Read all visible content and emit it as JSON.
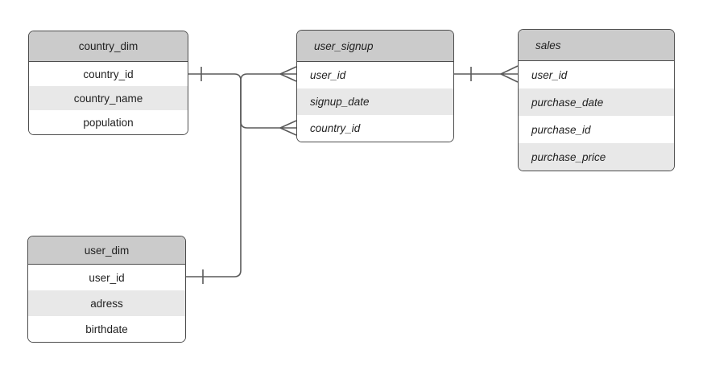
{
  "diagram": {
    "type": "entity-relationship-diagram",
    "background_color": "#ffffff",
    "colors": {
      "entity_header_fill": "#cbcbcb",
      "entity_alt_row_fill": "#e8e8e8",
      "entity_row_fill": "#ffffff",
      "entity_border": "#4d4d4d",
      "connector_stroke": "#5a5a5a",
      "text": "#1f1f1f"
    },
    "tables": [
      {
        "title": "country_dim",
        "text_style": "normal-centered",
        "fields": [
          "country_id",
          "country_name",
          "population"
        ]
      },
      {
        "title": "user_signup",
        "text_style": "italic-left",
        "fields": [
          "user_id",
          "signup_date",
          "country_id"
        ]
      },
      {
        "title": "sales",
        "text_style": "italic-left",
        "fields": [
          "user_id",
          "purchase_date",
          "purchase_id",
          "purchase_price"
        ]
      },
      {
        "title": "user_dim",
        "text_style": "normal-centered",
        "fields": [
          "user_id",
          "adress",
          "birthdate"
        ]
      }
    ],
    "relationships": [
      {
        "from": "country_dim.country_id",
        "to": "user_signup.country_id",
        "from_cardinality": "one (tick)",
        "to_cardinality": "many (crow's foot)"
      },
      {
        "from": "user_dim.user_id",
        "to": "user_signup.user_id",
        "from_cardinality": "one (tick)",
        "to_cardinality": "many (crow's foot)"
      },
      {
        "from": "user_signup.user_id",
        "to": "sales.user_id",
        "from_cardinality": "one (tick)",
        "to_cardinality": "many (crow's foot)"
      }
    ]
  }
}
